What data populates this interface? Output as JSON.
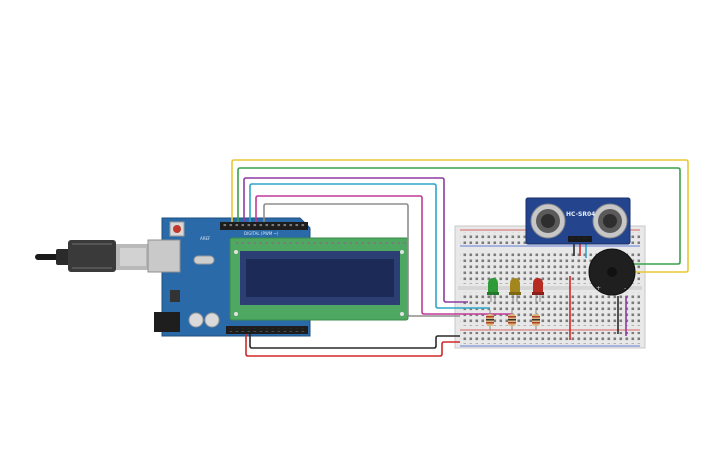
{
  "components": {
    "arduino": {
      "name": "Arduino Uno",
      "color": "#2a6aa8",
      "aref_label": "AREF",
      "pwm_label": "DIGITAL (PWM ~)"
    },
    "lcd": {
      "name": "LCD 16x2",
      "pcb_color": "#4fa862",
      "screen_color": "#1b2a57"
    },
    "breadboard": {
      "name": "Breadboard"
    },
    "sensor": {
      "name": "HC-SR04",
      "label": "HC-SR04",
      "color": "#24448e"
    },
    "buzzer": {
      "name": "Piezo",
      "plus": "+",
      "minus": "-"
    },
    "leds": [
      {
        "name": "green-led",
        "color": "#2f9b38"
      },
      {
        "name": "yellow-led",
        "color": "#a4871c"
      },
      {
        "name": "red-led",
        "color": "#b62b22"
      }
    ],
    "usb_cable": {
      "name": "USB cable"
    }
  },
  "wire_colors": {
    "yellow": "#e7c832",
    "green": "#3aa24a",
    "blue": "#2fa5c9",
    "purple": "#8e3ca0",
    "magenta": "#c2389a",
    "grey": "#8d8d8d",
    "black": "#2a2a2a",
    "red": "#d0282a"
  }
}
